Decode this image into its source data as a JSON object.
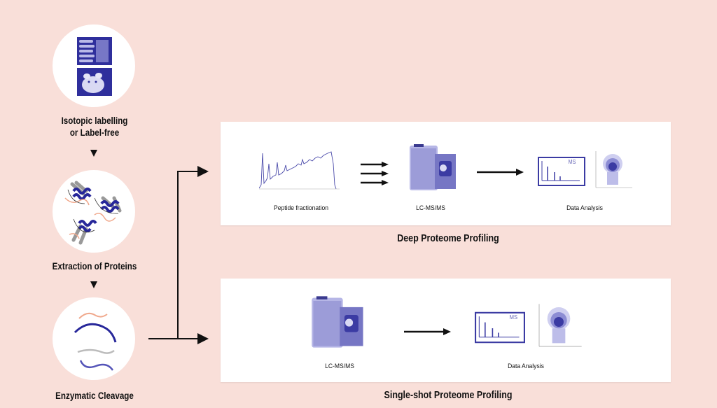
{
  "left_column": {
    "step1_label_line1": "Isotopic labelling",
    "step1_label_line2": "or Label-free",
    "step2_label": "Extraction of Proteins",
    "step3_label": "Enzymatic Cleavage"
  },
  "deep_panel": {
    "title": "Deep Proteome Profiling",
    "stage1": "Peptide fractionation",
    "stage2": "LC-MS/MS",
    "stage3": "Data Analysis",
    "ms_tag": "MS"
  },
  "single_panel": {
    "title": "Single-shot Proteome Profiling",
    "stage1": "LC-MS/MS",
    "stage2": "Data Analysis",
    "ms_tag": "MS"
  },
  "colors": {
    "background": "#f9dfd9",
    "accent_blue": "#2b2a9e",
    "peptide_orange": "#f0a98d"
  },
  "icons": [
    "mouse-cells-icon",
    "protein-complex-icon",
    "peptide-chains-icon",
    "chromatogram-icon",
    "mass-spectrometer-icon",
    "ms-spectrum-icon",
    "density-plot-icon"
  ]
}
